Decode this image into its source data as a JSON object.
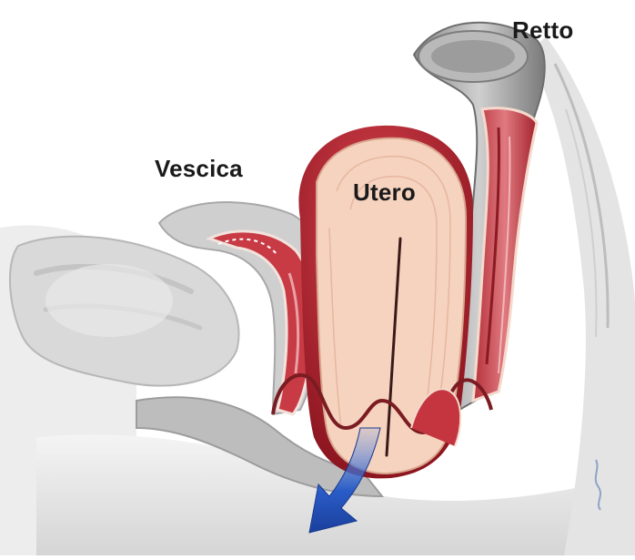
{
  "labels": {
    "rectum": "Retto",
    "bladder": "Vescica",
    "uterus": "Utero"
  },
  "colors": {
    "uterus_fill": "#f6d3bf",
    "uterus_outer": "#b8202c",
    "rectum_tube": "#9e9e9e",
    "bladder_tissue": "#c62f3b",
    "bone": "#d9d9d9",
    "arrow": "#1f4fb8"
  },
  "icons": {
    "arrow": "prolapse-direction-arrow"
  }
}
